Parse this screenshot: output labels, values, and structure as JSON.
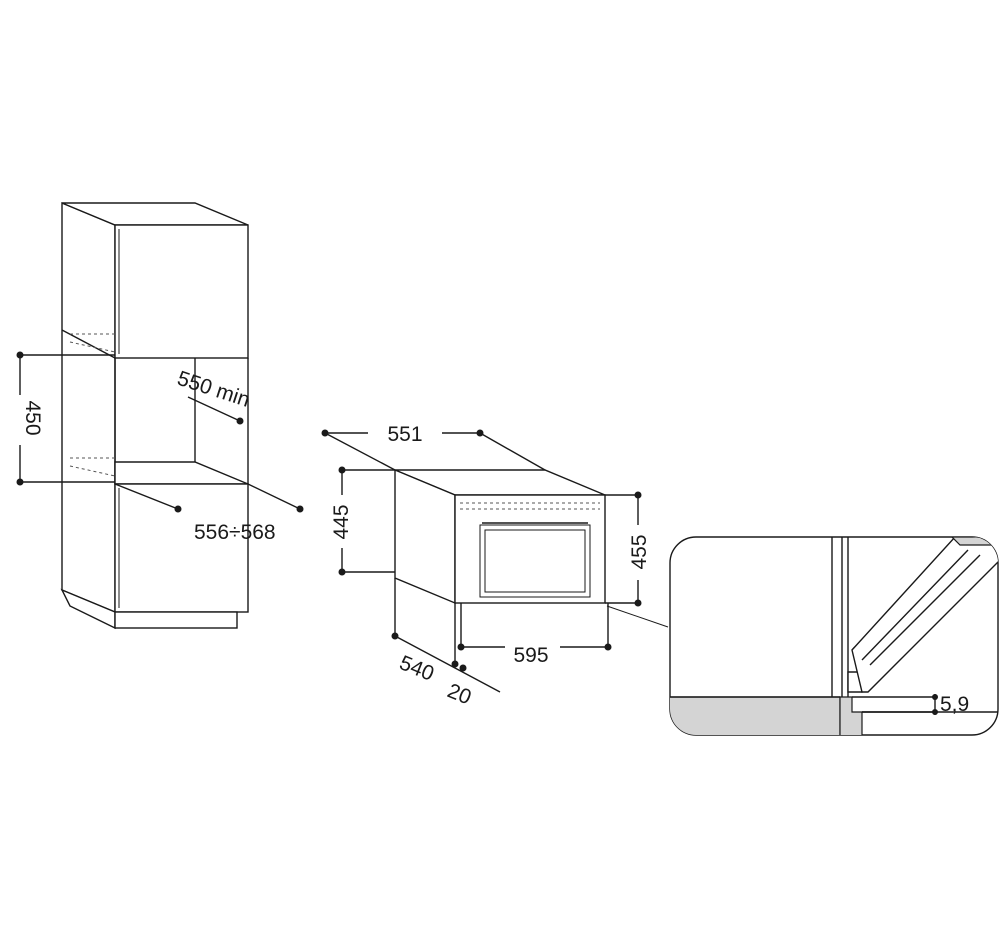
{
  "dimensions": {
    "niche_height": "450",
    "niche_depth_min": "550 min",
    "niche_width": "556÷568",
    "top_depth": "551",
    "front_height": "445",
    "panel_height": "455",
    "panel_width": "595",
    "body_depth": "540",
    "panel_thickness": "20",
    "detail_gap": "5,9"
  }
}
